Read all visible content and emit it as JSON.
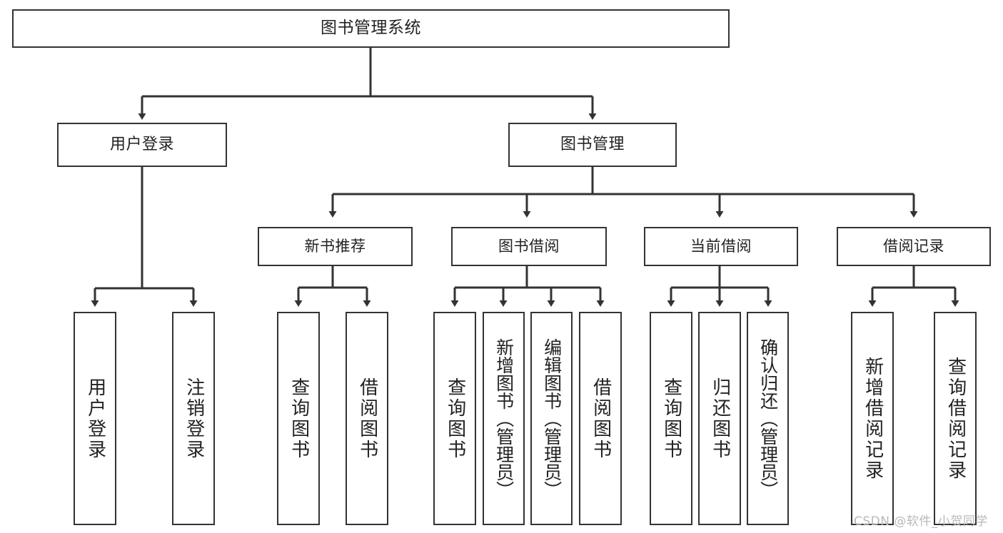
{
  "diagram": {
    "title_node": {
      "label": "图书管理系统"
    },
    "level1": [
      {
        "id": "user-login",
        "label": "用户登录"
      },
      {
        "id": "book-management",
        "label": "图书管理"
      }
    ],
    "level2": [
      {
        "id": "new-book-recommend",
        "label": "新书推荐"
      },
      {
        "id": "book-borrow",
        "label": "图书借阅"
      },
      {
        "id": "current-borrow",
        "label": "当前借阅"
      },
      {
        "id": "borrow-record",
        "label": "借阅记录"
      }
    ],
    "leaves": {
      "user_login": [
        {
          "id": "user-login-leaf",
          "label": "用户登录"
        },
        {
          "id": "logout-leaf",
          "label": "注销登录"
        }
      ],
      "new_book_recommend": [
        {
          "id": "query-book-1",
          "label": "查询图书"
        },
        {
          "id": "borrow-book-1",
          "label": "借阅图书"
        }
      ],
      "book_borrow": [
        {
          "id": "query-book-2",
          "label": "查询图书"
        },
        {
          "id": "add-book",
          "label": "新增图书（管理员）"
        },
        {
          "id": "edit-book",
          "label": "编辑图书（管理员）"
        },
        {
          "id": "borrow-book-2",
          "label": "借阅图书"
        }
      ],
      "current_borrow": [
        {
          "id": "query-book-3",
          "label": "查询图书"
        },
        {
          "id": "return-book",
          "label": "归还图书"
        },
        {
          "id": "confirm-return",
          "label": "确认归还（管理员）"
        }
      ],
      "borrow_record": [
        {
          "id": "add-borrow-record",
          "label": "新增借阅记录"
        },
        {
          "id": "query-borrow-record",
          "label": "查询借阅记录"
        }
      ]
    }
  },
  "watermark": {
    "text": "CSDN @软件_小贺同学"
  },
  "colors": {
    "stroke": "#333333",
    "background": "#ffffff",
    "text": "#222222",
    "watermark": "#b9b9b9"
  }
}
